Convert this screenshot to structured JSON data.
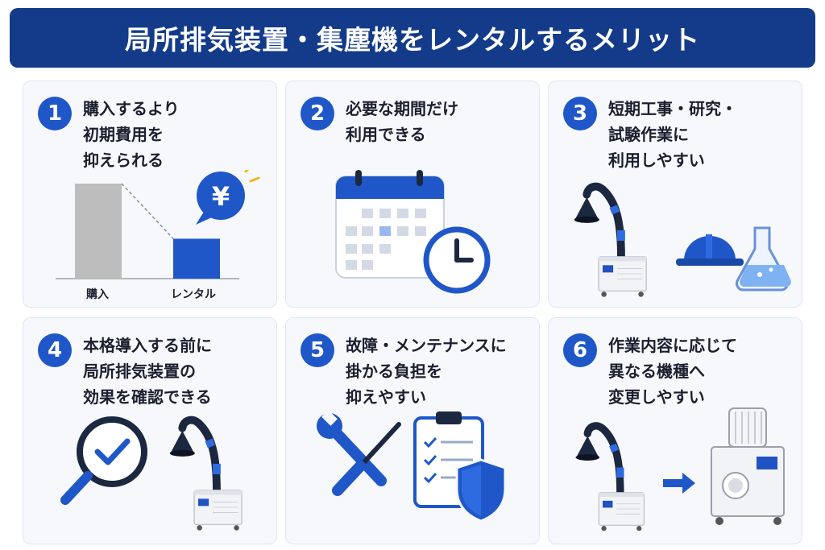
{
  "header": {
    "title": "局所排気装置・集塵機をレンタルするメリット"
  },
  "colors": {
    "brand": "#143b8a",
    "accent": "#1f57c9",
    "card_bg": "#f6f8fc",
    "gray": "#bdbdbd"
  },
  "cards": [
    {
      "number": "1",
      "lines": [
        "購入するより",
        "初期費用を",
        "抑えられる"
      ],
      "icons": [
        "bar-chart",
        "yen-bubble-icon"
      ],
      "captions": [
        "購入",
        "レンタル"
      ],
      "chart": {
        "categories": [
          "購入",
          "レンタル"
        ],
        "relative_values": [
          1.0,
          0.42
        ]
      },
      "symbol": "¥"
    },
    {
      "number": "2",
      "lines": [
        "必要な期間だけ",
        "利用できる"
      ],
      "icons": [
        "calendar-icon",
        "clock-icon"
      ]
    },
    {
      "number": "3",
      "lines": [
        "短期工事・研究・",
        "試験作業に",
        "利用しやすい"
      ],
      "icons": [
        "fume-extractor-icon",
        "hard-hat-icon",
        "flask-icon"
      ]
    },
    {
      "number": "4",
      "lines": [
        "本格導入する前に",
        "局所排気装置の",
        "効果を確認できる"
      ],
      "icons": [
        "magnifier-check-icon",
        "fume-extractor-icon"
      ]
    },
    {
      "number": "5",
      "lines": [
        "故障・メンテナンスに",
        "掛かる負担を",
        "抑えやすい"
      ],
      "icons": [
        "wrench-screwdriver-icon",
        "clipboard-icon",
        "shield-icon"
      ]
    },
    {
      "number": "6",
      "lines": [
        "作業内容に応じて",
        "異なる機種へ",
        "変更しやすい"
      ],
      "icons": [
        "fume-extractor-icon",
        "arrow-right-icon",
        "dust-collector-icon"
      ]
    }
  ]
}
